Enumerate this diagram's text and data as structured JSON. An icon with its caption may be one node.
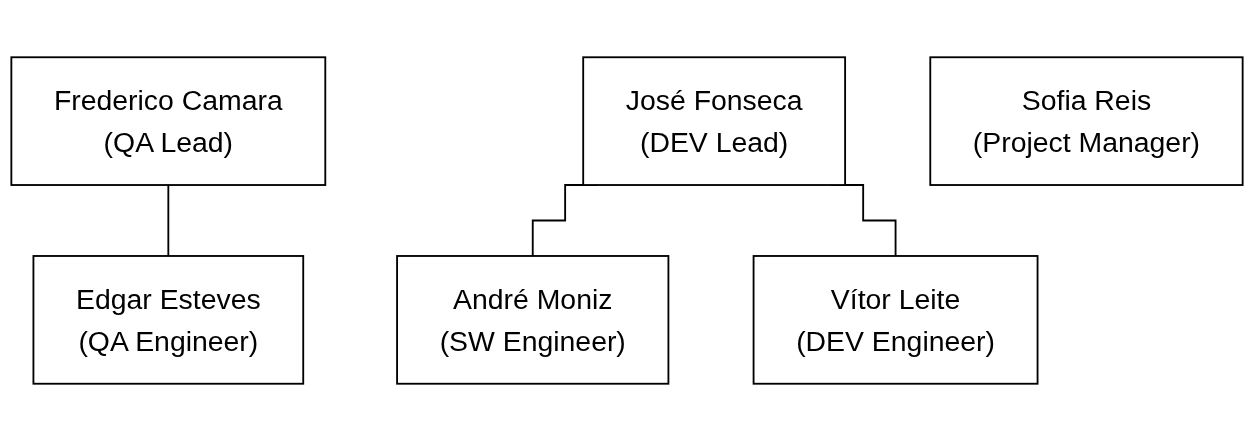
{
  "diagram": {
    "nodes": [
      {
        "text": [
          "Frederico Camara",
          "(QA Lead)"
        ]
      },
      {
        "text": [
          "Edgar Esteves",
          "(QA Engineer)"
        ]
      },
      {
        "text": [
          "José Fonseca",
          "(DEV Lead)"
        ]
      },
      {
        "text": [
          "André Moniz",
          "(SW Engineer)"
        ]
      },
      {
        "text": [
          "Vítor Leite",
          "(DEV Engineer)"
        ]
      },
      {
        "text": [
          "Sofia Reis",
          "(Project Manager)"
        ]
      }
    ],
    "edges": [
      {
        "from": 0,
        "to": 1,
        "arrow": "none"
      },
      {
        "from": 2,
        "to": 3,
        "arrow": "none"
      },
      {
        "from": 2,
        "to": 4,
        "arrow": "none"
      }
    ]
  }
}
